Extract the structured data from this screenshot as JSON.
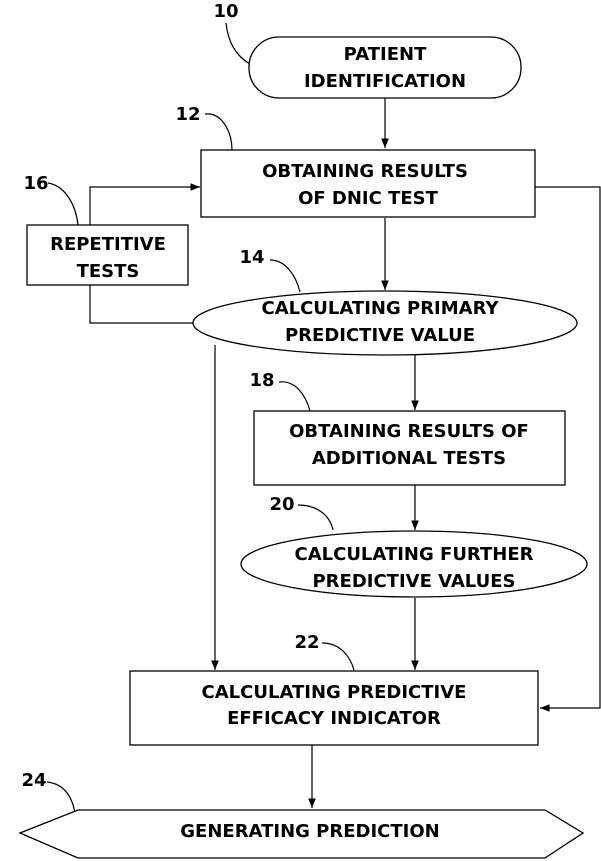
{
  "nodes": {
    "n10": {
      "ref": "10",
      "lines": [
        "PATIENT",
        "IDENTIFICATION"
      ]
    },
    "n12": {
      "ref": "12",
      "lines": [
        "OBTAINING RESULTS",
        "OF DNIC TEST"
      ]
    },
    "n16": {
      "ref": "16",
      "lines": [
        "REPETITIVE",
        "TESTS"
      ]
    },
    "n14": {
      "ref": "14",
      "lines": [
        "CALCULATING PRIMARY",
        "PREDICTIVE VALUE"
      ]
    },
    "n18": {
      "ref": "18",
      "lines": [
        "OBTAINING RESULTS OF",
        "ADDITIONAL TESTS"
      ]
    },
    "n20": {
      "ref": "20",
      "lines": [
        "CALCULATING FURTHER",
        "PREDICTIVE VALUES"
      ]
    },
    "n22": {
      "ref": "22",
      "lines": [
        "CALCULATING PREDICTIVE",
        "EFFICACY INDICATOR"
      ]
    },
    "n24": {
      "ref": "24",
      "lines": [
        "GENERATING PREDICTION"
      ]
    }
  }
}
